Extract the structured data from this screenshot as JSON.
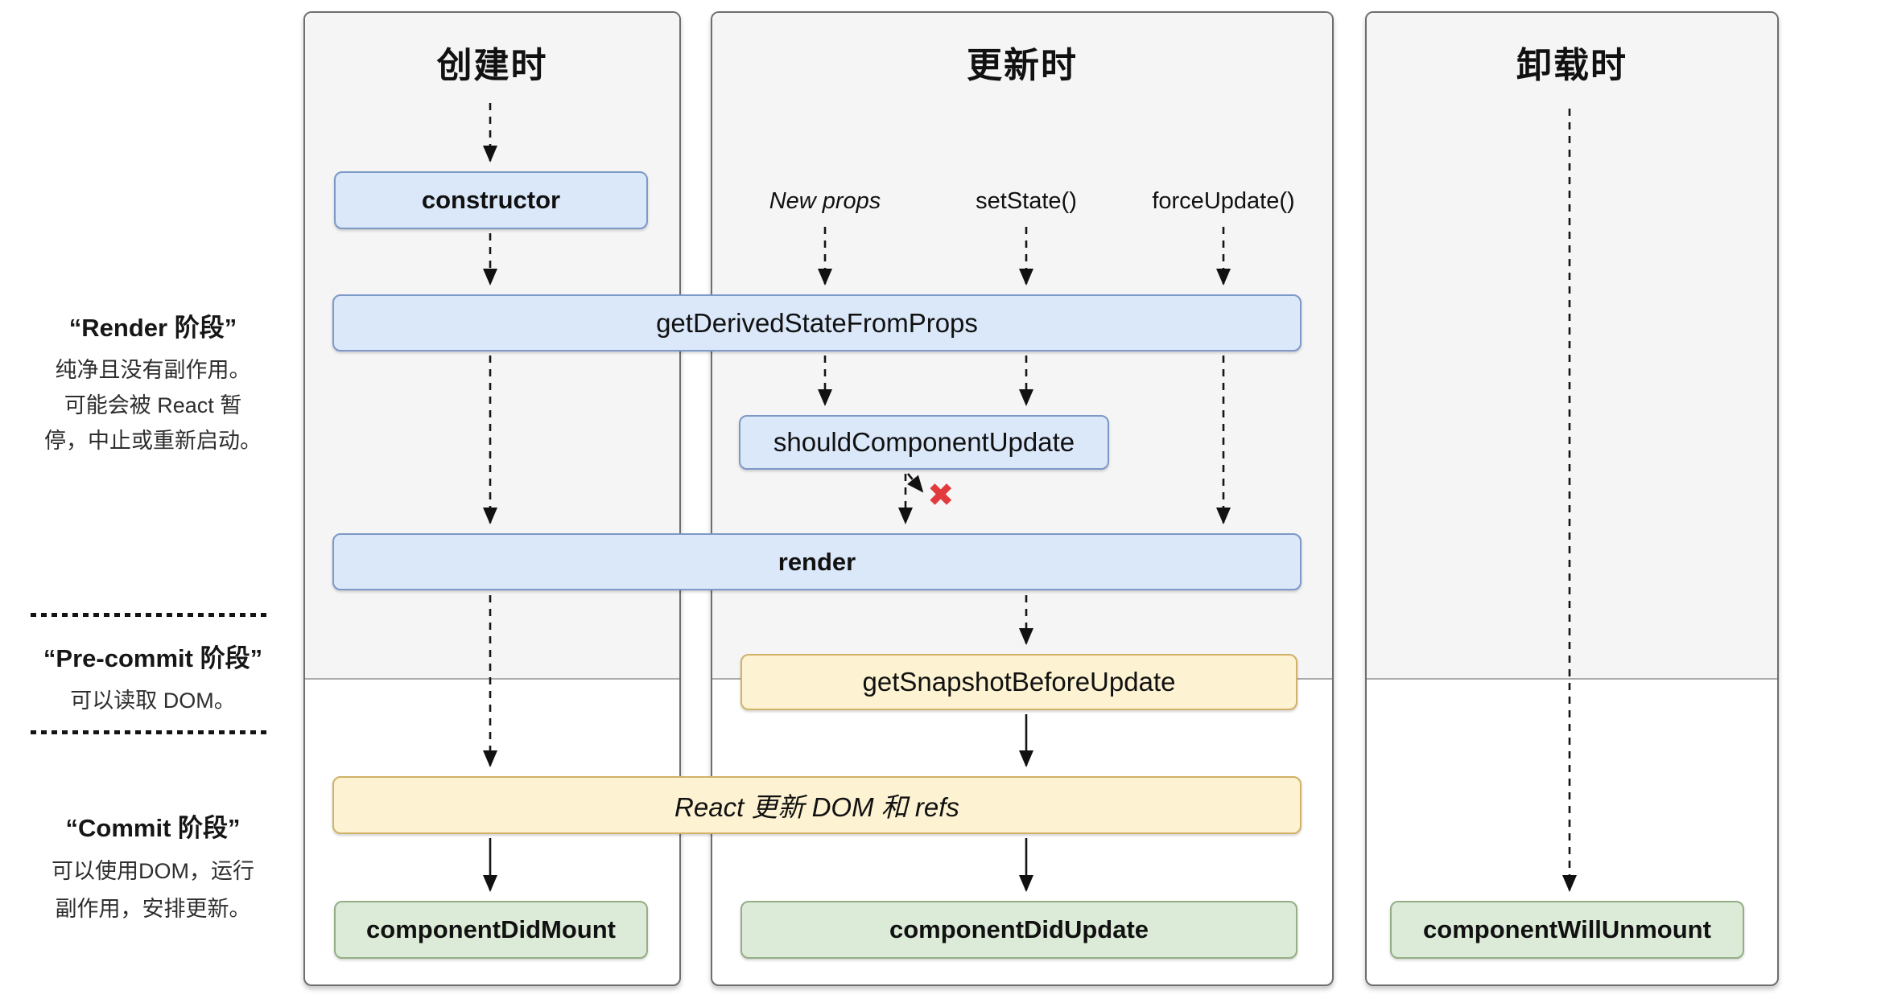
{
  "sidebar": {
    "render_phase": {
      "title": "“Render 阶段”",
      "lines": [
        "纯净且没有副作用。",
        "可能会被 React 暂",
        "停，中止或重新启动。"
      ]
    },
    "pre_commit_phase": {
      "title": "“Pre-commit 阶段”",
      "lines": [
        "可以读取 DOM。"
      ]
    },
    "commit_phase": {
      "title": "“Commit 阶段”",
      "lines": [
        "可以使用DOM，运行",
        "副作用，安排更新。"
      ]
    }
  },
  "columns": {
    "mounting": {
      "title": "创建时"
    },
    "updating": {
      "title": "更新时",
      "triggers": [
        "New props",
        "setState()",
        "forceUpdate()"
      ]
    },
    "unmounting": {
      "title": "卸载时"
    }
  },
  "boxes": {
    "constructor": "constructor",
    "get_derived_state_from_props": "getDerivedStateFromProps",
    "should_component_update": "shouldComponentUpdate",
    "render": "render",
    "get_snapshot_before_update": "getSnapshotBeforeUpdate",
    "react_updates_dom": "React 更新 DOM 和 refs",
    "component_did_mount": "componentDidMount",
    "component_did_update": "componentDidUpdate",
    "component_will_unmount": "componentWillUnmount"
  },
  "icons": {
    "skip_render_x": "✖"
  },
  "colors": {
    "box_blue": "#dbe8fa",
    "box_blue_border": "#7d99c7",
    "box_yellow": "#fdf2d1",
    "box_yellow_border": "#d0b268",
    "box_green": "#dcebd8",
    "box_green_border": "#94ae85",
    "skip_x": "#e23b3e"
  }
}
